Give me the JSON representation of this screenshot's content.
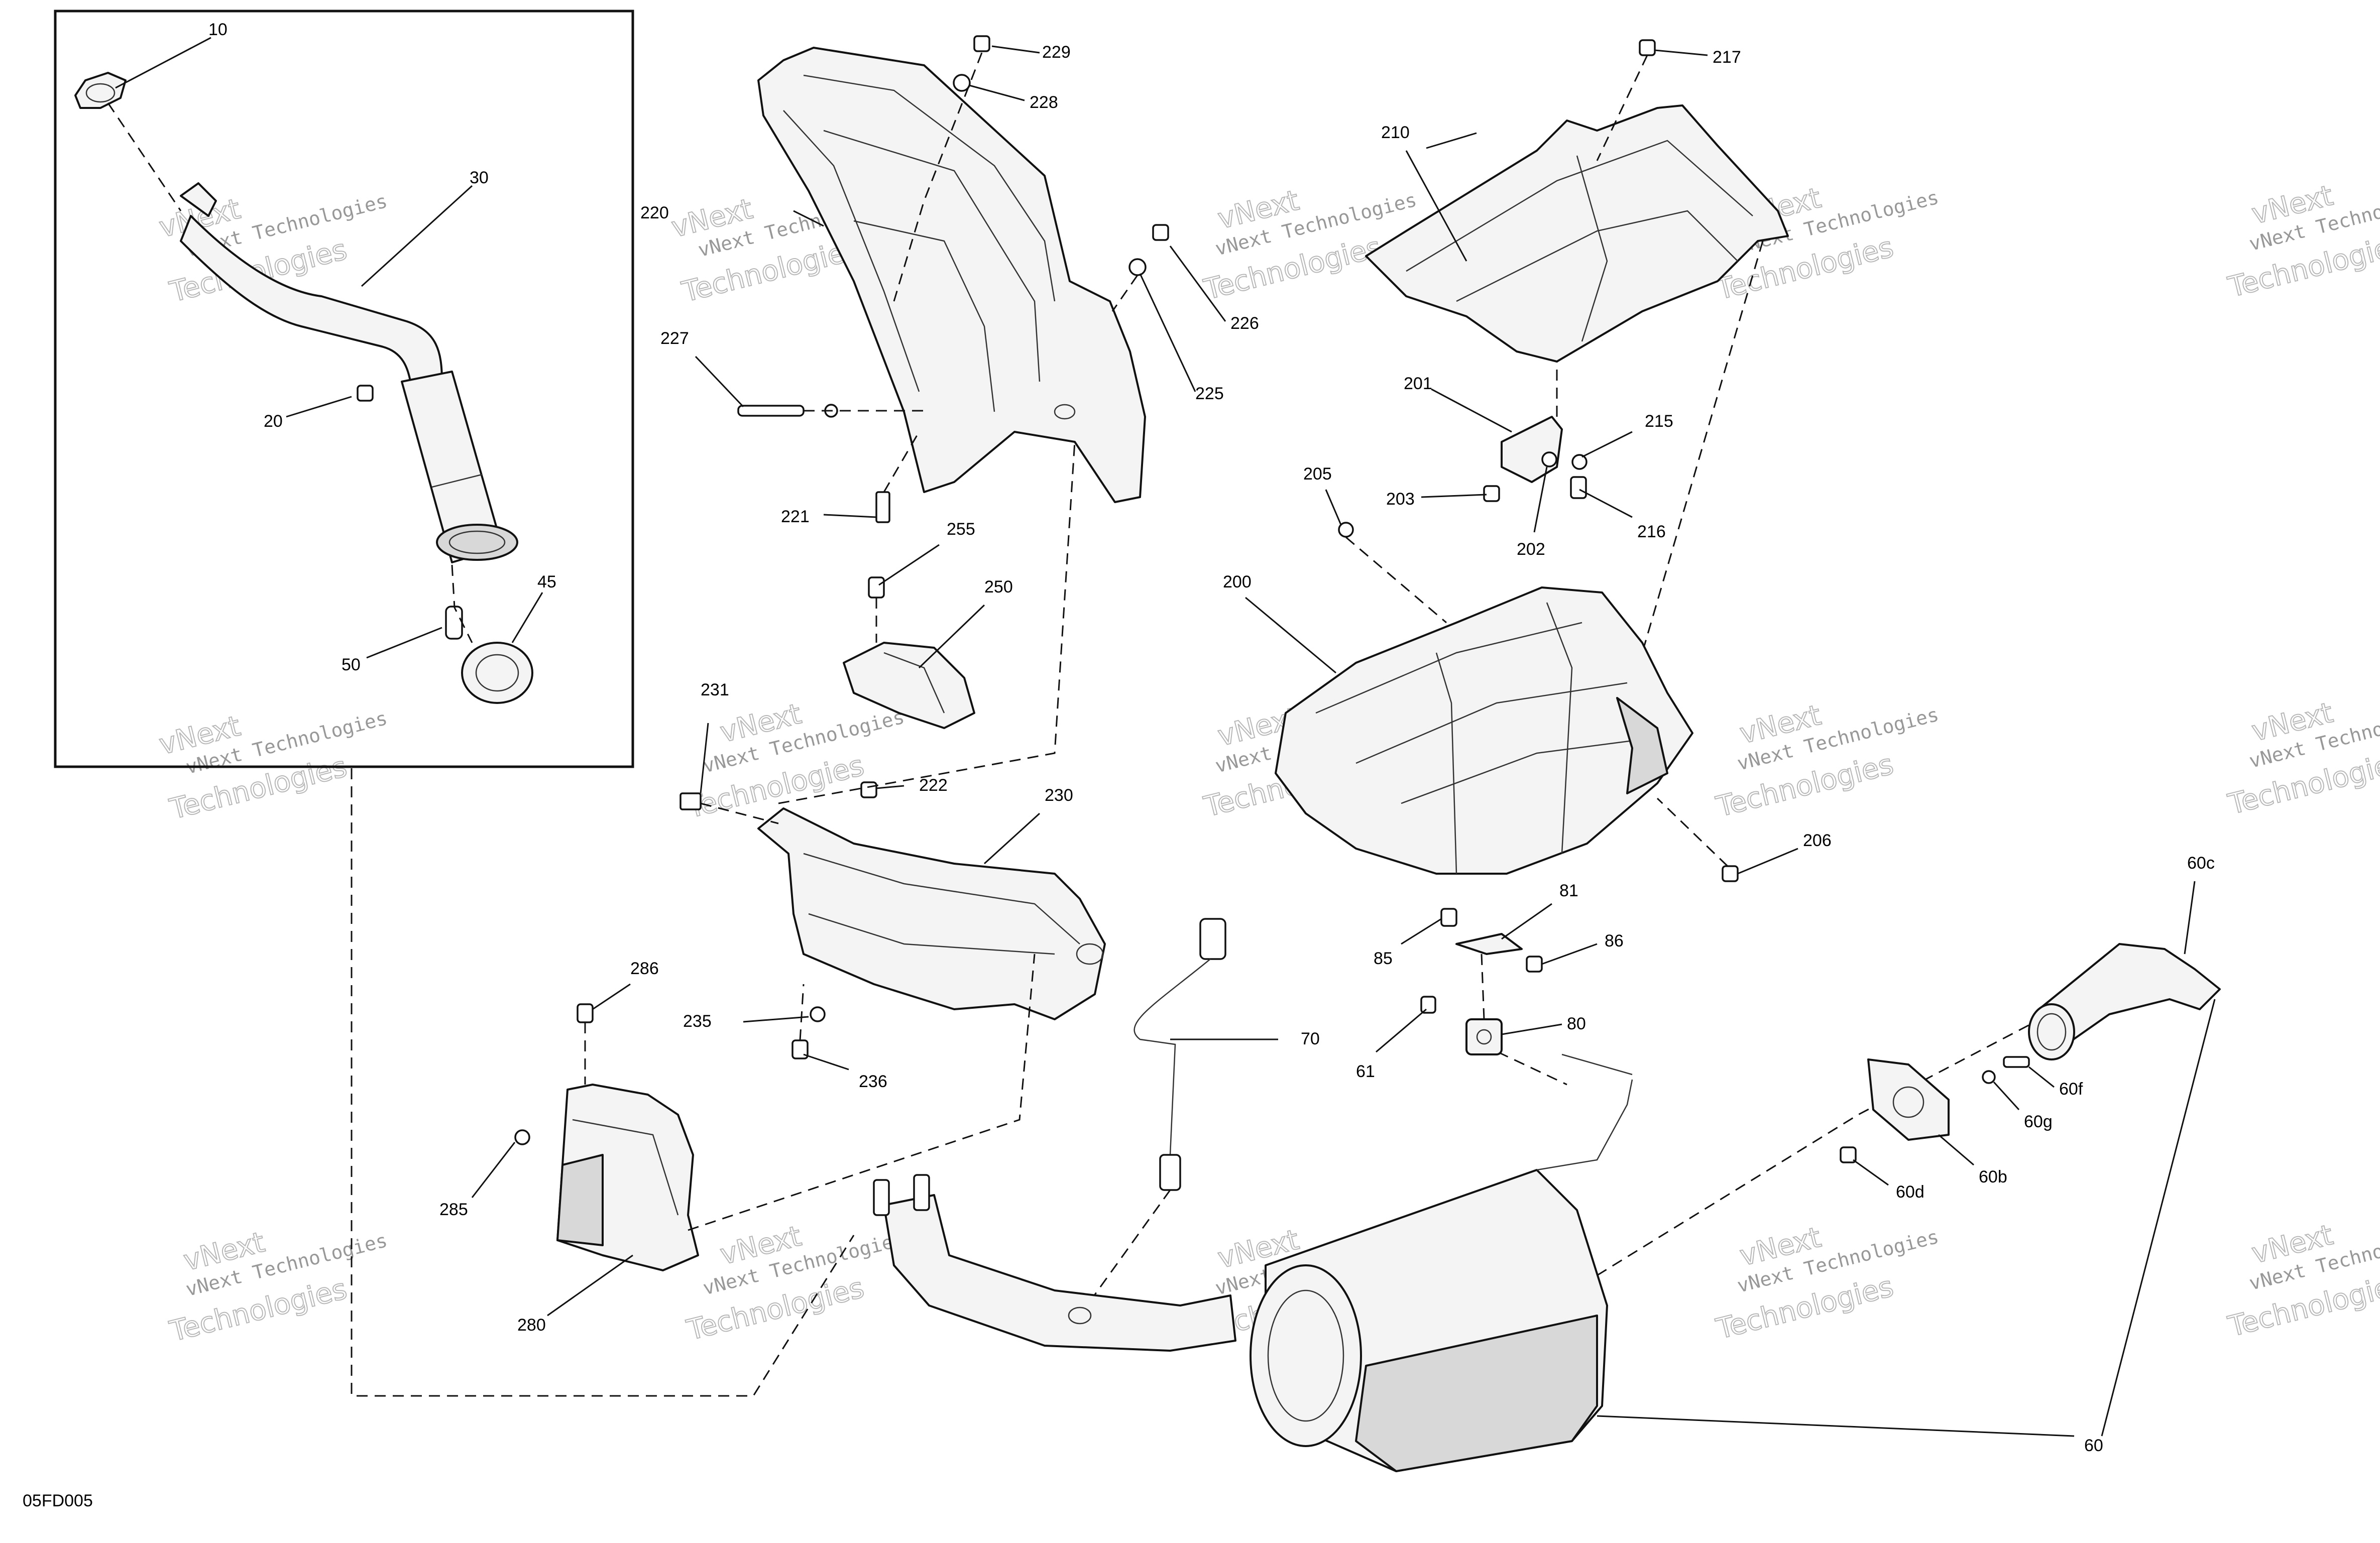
{
  "drawing_code": "05FD005",
  "watermark": {
    "line1": "vNext",
    "line2": "vNext Technologies",
    "line3": "Technologies"
  },
  "callouts": {
    "c10": "10",
    "c20": "20",
    "c30": "30",
    "c45": "45",
    "c50": "50",
    "c60": "60",
    "c60b": "60b",
    "c60c": "60c",
    "c60d": "60d",
    "c60f": "60f",
    "c60g": "60g",
    "c61": "61",
    "c70": "70",
    "c80": "80",
    "c81": "81",
    "c85": "85",
    "c86": "86",
    "c200": "200",
    "c201": "201",
    "c202": "202",
    "c203": "203",
    "c205": "205",
    "c206": "206",
    "c210": "210",
    "c215": "215",
    "c216": "216",
    "c217": "217",
    "c220": "220",
    "c221": "221",
    "c222": "222",
    "c225": "225",
    "c226": "226",
    "c227": "227",
    "c228": "228",
    "c229": "229",
    "c230": "230",
    "c231": "231",
    "c235": "235",
    "c236": "236",
    "c250": "250",
    "c255": "255",
    "c280": "280",
    "c285": "285",
    "c286": "286"
  }
}
